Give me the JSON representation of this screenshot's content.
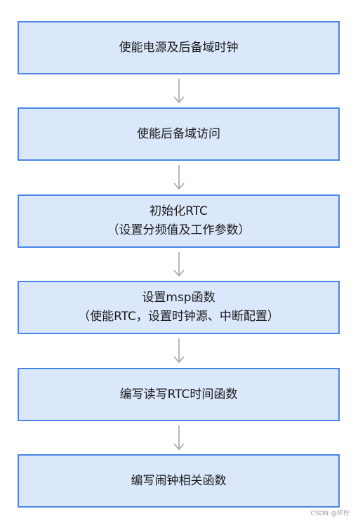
{
  "steps": [
    {
      "lines": [
        "使能电源及后备域时钟"
      ]
    },
    {
      "lines": [
        "使能后备域访问"
      ]
    },
    {
      "lines": [
        "初始化RTC",
        "（设置分频值及工作参数）"
      ]
    },
    {
      "lines": [
        "设置msp函数",
        "（使能RTC，设置时钟源、中断配置）"
      ]
    },
    {
      "lines": [
        "编写读写RTC时间函数"
      ]
    },
    {
      "lines": [
        "编写闹钟相关函数"
      ]
    }
  ],
  "watermark": "CSDN @坏柠",
  "colors": {
    "box_fill": "#dbe7fb",
    "box_border": "#4a86e8",
    "arrow": "#a6a6a6"
  }
}
